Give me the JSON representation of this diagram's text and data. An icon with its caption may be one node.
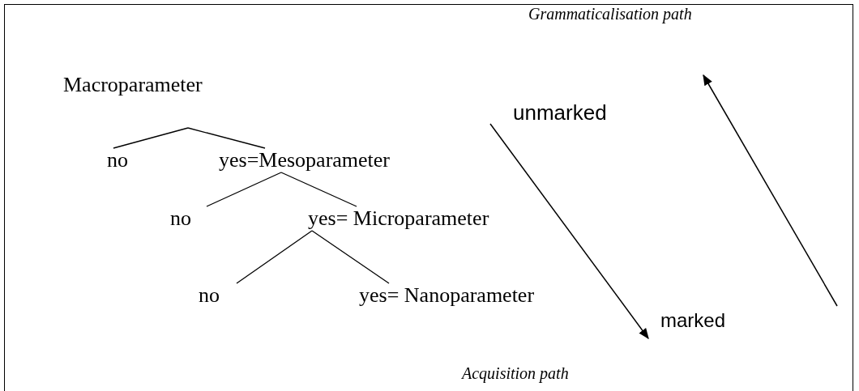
{
  "diagram": {
    "nodes": [
      {
        "text": [
          "Macroparameter"
        ]
      },
      {
        "text": [
          "no"
        ]
      },
      {
        "text": [
          "yes=Mesoparameter"
        ]
      },
      {
        "text": [
          "no"
        ]
      },
      {
        "text": [
          "yes= Microparameter"
        ]
      },
      {
        "text": [
          "no"
        ]
      },
      {
        "text": [
          "yes= Nanoparameter"
        ]
      }
    ],
    "edges": [
      {
        "from": 0,
        "to": 1,
        "arrow": "none"
      },
      {
        "from": 0,
        "to": 2,
        "arrow": "none"
      },
      {
        "from": 2,
        "to": 3,
        "arrow": "none"
      },
      {
        "from": 2,
        "to": 4,
        "arrow": "none"
      },
      {
        "from": 4,
        "to": 5,
        "arrow": "none"
      },
      {
        "from": 4,
        "to": 6,
        "arrow": "none"
      }
    ],
    "labels": [
      "Grammaticalisation path",
      "unmarked",
      "marked",
      "Acquisition path"
    ]
  }
}
